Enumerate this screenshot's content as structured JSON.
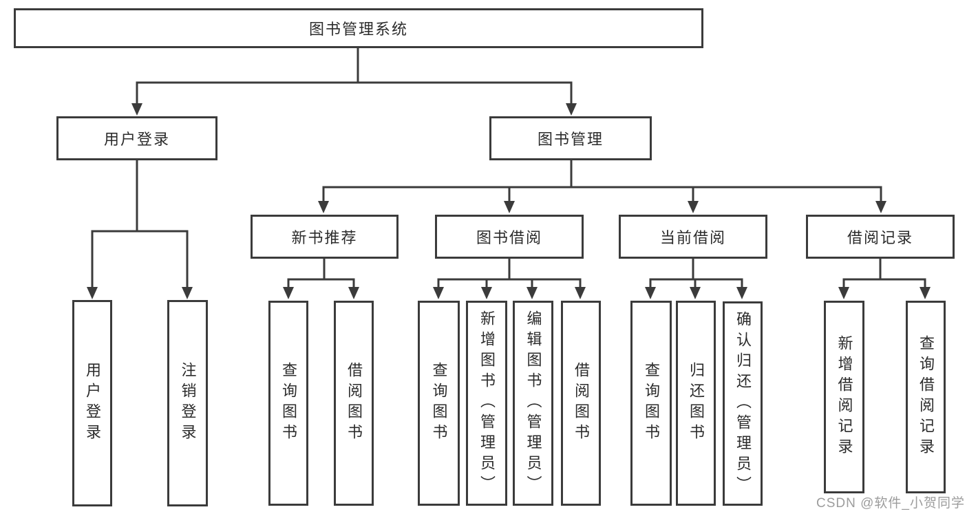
{
  "diagram": {
    "root": "图书管理系统",
    "branches": [
      {
        "label": "用户登录",
        "children": [
          "用户登录",
          "注销登录"
        ]
      },
      {
        "label": "图书管理",
        "groups": [
          {
            "label": "新书推荐",
            "children": [
              "查询图书",
              "借阅图书"
            ]
          },
          {
            "label": "图书借阅",
            "children": [
              "查询图书",
              "新增图书（管理员）",
              "编辑图书（管理员）",
              "借阅图书"
            ]
          },
          {
            "label": "当前借阅",
            "children": [
              "查询图书",
              "归还图书",
              "确认归还（管理员）"
            ]
          },
          {
            "label": "借阅记录",
            "children": [
              "新增借阅记录",
              "查询借阅记录"
            ]
          }
        ]
      }
    ]
  },
  "colors": {
    "line": "#3b3b3b",
    "text": "#2b2b2b",
    "watermark": "#9c9c9c",
    "background": "#ffffff"
  },
  "watermark": "CSDN @软件_小贺同学"
}
